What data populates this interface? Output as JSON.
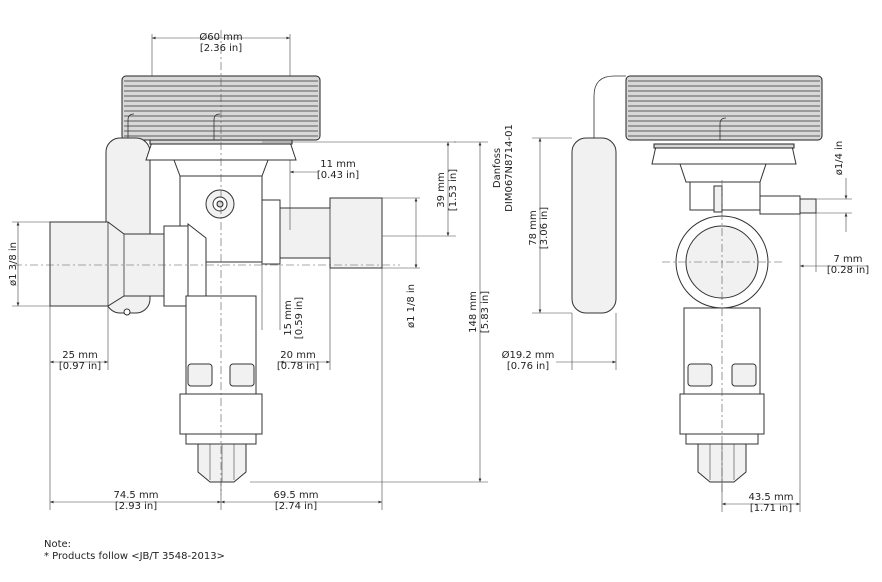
{
  "dimensions": {
    "top_width_mm": "Ø60 mm",
    "top_width_in": "[2.36 in]",
    "nut_mm": "11 mm",
    "nut_in": "[0.43 in]",
    "h39_mm": "39 mm",
    "h39_in": "[1.53 in]",
    "inlet_dia": "ø1 3/8 in",
    "outlet_dia": "ø1 1/8 in",
    "h148_mm": "148 mm",
    "h148_in": "[5.83 in]",
    "w15_mm": "15 mm",
    "w15_in": "[0.59 in]",
    "w25_mm": "25 mm",
    "w25_in": "[0.97 in]",
    "w20_mm": "20 mm",
    "w20_in": "[0.78 in]",
    "w74_mm": "74.5 mm",
    "w74_in": "[2.93 in]",
    "w69_mm": "69.5 mm",
    "w69_in": "[2.74 in]",
    "bulb_len_mm": "78 mm",
    "bulb_len_in": "[3.06 in]",
    "bulb_dia_mm": "Ø19.2 mm",
    "bulb_dia_in": "[0.76 in]",
    "eq_dia": "ø1/4 in",
    "w7_mm": "7 mm",
    "w7_in": "[0.28 in]",
    "w43_mm": "43.5 mm",
    "w43_in": "[1.71 in]"
  },
  "drawing_id": {
    "brand": "Danfoss",
    "code": "DIM067N8714-01"
  },
  "note": {
    "title": "Note:",
    "text": "* Products follow <JB/T 3548-2013>"
  }
}
